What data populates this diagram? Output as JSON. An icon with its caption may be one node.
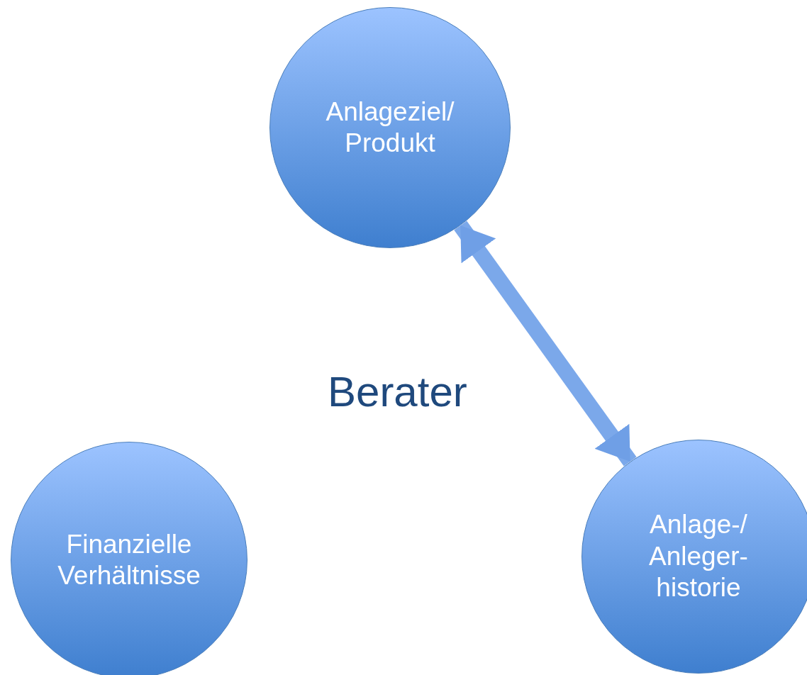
{
  "diagram": {
    "nodes": [
      {
        "text": [
          "Anlageziel/ Produkt"
        ]
      },
      {
        "text": [
          "Finanzielle Verhältnisse"
        ]
      },
      {
        "text": [
          "Anlage-/ Anleger-historie"
        ]
      }
    ],
    "edges": [
      {
        "from": 0,
        "to": 2,
        "arrow": "both"
      }
    ],
    "labels": [
      "Berater"
    ]
  }
}
